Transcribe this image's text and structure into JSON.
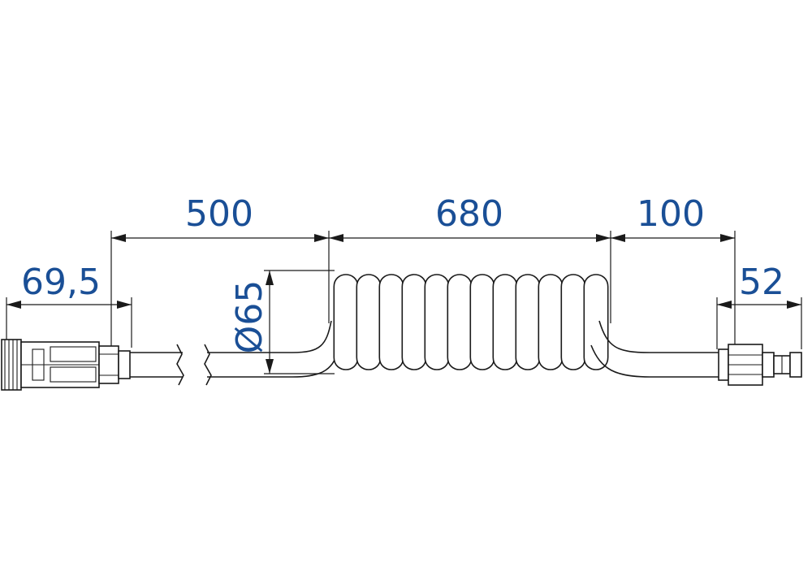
{
  "dimensions": {
    "coupler_length": "69,5",
    "straight_hose_length": "500",
    "coil_length": "680",
    "tail_length": "100",
    "plug_length": "52",
    "coil_diameter": "Ø65"
  },
  "colors": {
    "dimension_text": "#1a4f96",
    "line": "#1a1a1a"
  },
  "coil": {
    "turns": 12
  }
}
